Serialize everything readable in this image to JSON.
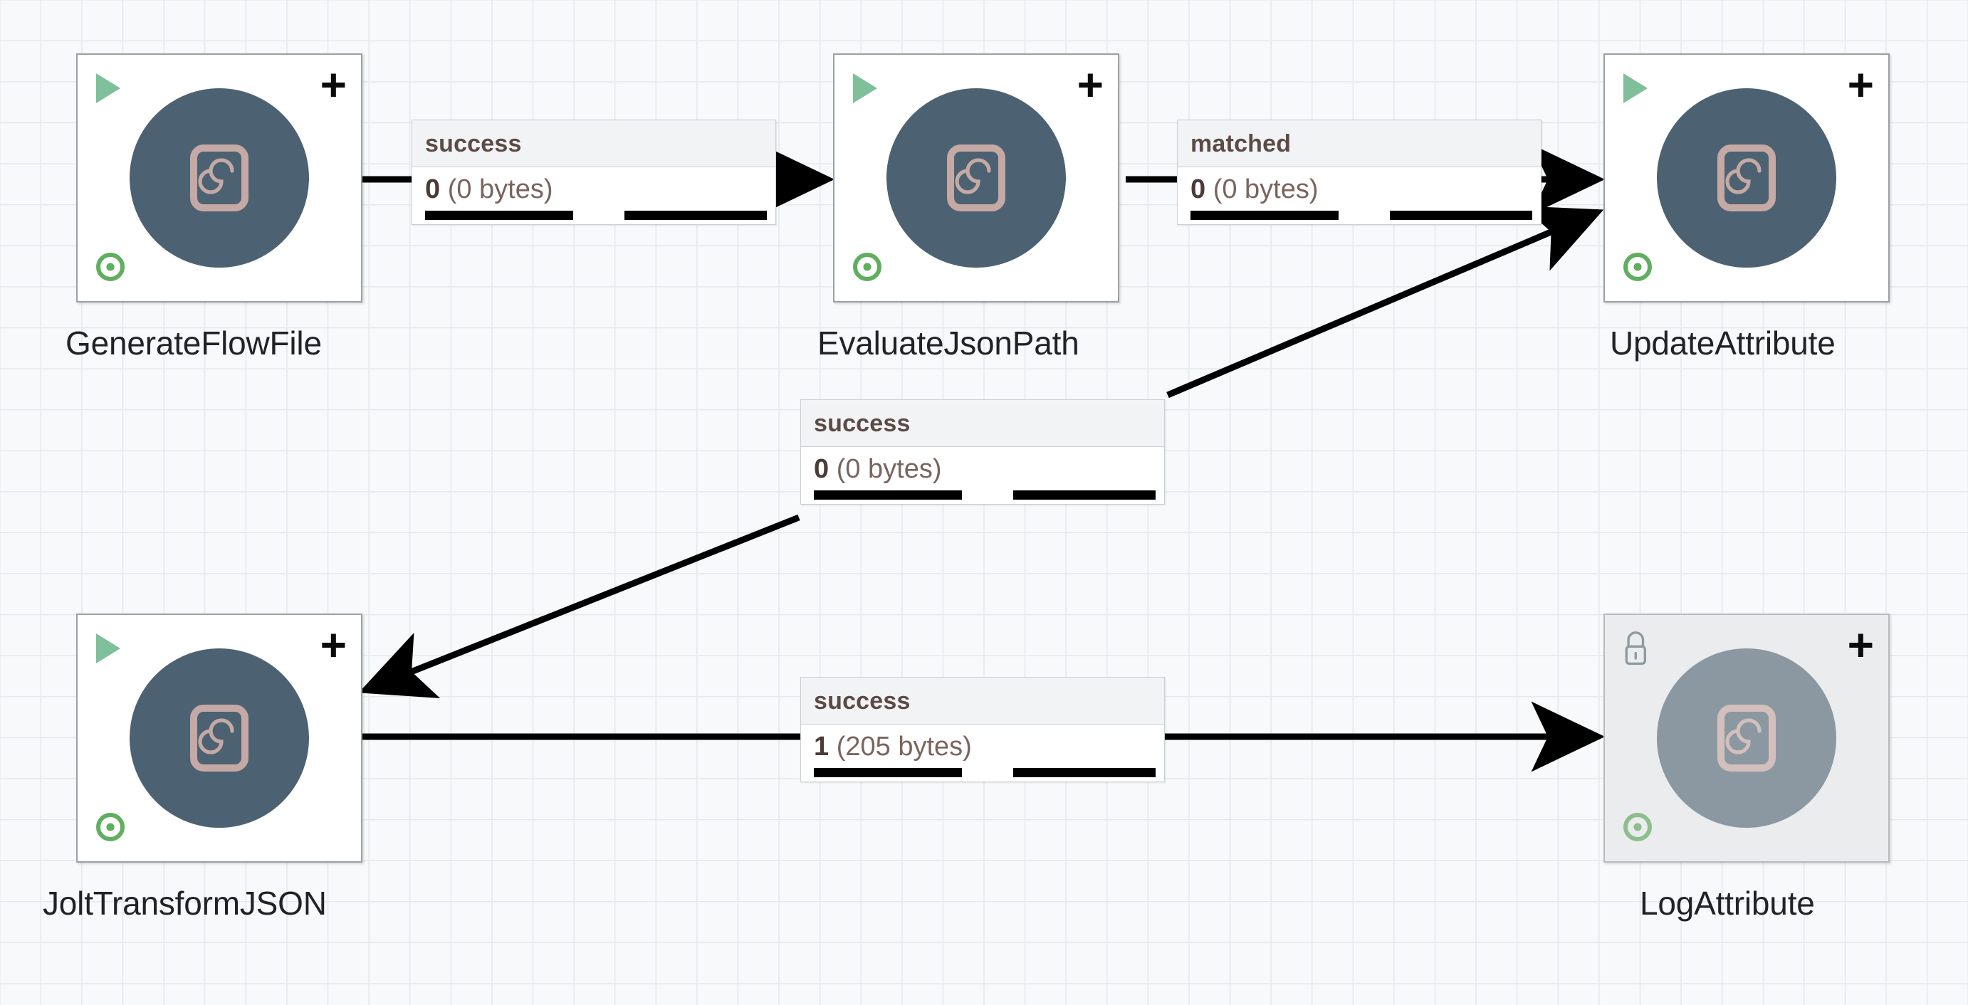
{
  "canvas": {
    "background_color": "#f7f9fa",
    "grid_color": "#e3e9ec",
    "accent_run_color": "#7fbf99",
    "avatar_color": "#4c6272",
    "avatar_dimmed_color": "#8b98a1",
    "label_text_color": "#5c4a46"
  },
  "processors": [
    {
      "id": "generate-flow-file",
      "name": "GenerateFlowFile",
      "state_icon": "run-icon",
      "add_icon": "plus-icon",
      "status_icon": "bullseye-icon",
      "body_icon": "nifi-processor-icon",
      "dimmed": false
    },
    {
      "id": "evaluate-json-path",
      "name": "EvaluateJsonPath",
      "state_icon": "run-icon",
      "add_icon": "plus-icon",
      "status_icon": "bullseye-icon",
      "body_icon": "nifi-processor-icon",
      "dimmed": false
    },
    {
      "id": "update-attribute",
      "name": "UpdateAttribute",
      "state_icon": "run-icon",
      "add_icon": "plus-icon",
      "status_icon": "bullseye-icon",
      "body_icon": "nifi-processor-icon",
      "dimmed": false
    },
    {
      "id": "jolt-transform-json",
      "name": "JoltTransformJSON",
      "state_icon": "run-icon",
      "add_icon": "plus-icon",
      "status_icon": "bullseye-icon",
      "body_icon": "nifi-processor-icon",
      "dimmed": false
    },
    {
      "id": "log-attribute",
      "name": "LogAttribute",
      "state_icon": "lock-icon",
      "add_icon": "plus-icon",
      "status_icon": "bullseye-icon",
      "body_icon": "nifi-processor-icon",
      "dimmed": true
    }
  ],
  "connections": [
    {
      "id": "gen-to-eval",
      "relationship": "success",
      "count": "0",
      "size": "(0 bytes)",
      "source": "GenerateFlowFile",
      "target": "EvaluateJsonPath"
    },
    {
      "id": "eval-to-update",
      "relationship": "matched",
      "count": "0",
      "size": "(0 bytes)",
      "source": "EvaluateJsonPath",
      "target": "UpdateAttribute"
    },
    {
      "id": "jolt-to-update",
      "relationship": "success",
      "count": "0",
      "size": "(0 bytes)",
      "source": "JoltTransformJSON",
      "target": "UpdateAttribute"
    },
    {
      "id": "jolt-to-log",
      "relationship": "success",
      "count": "1",
      "size": "(205 bytes)",
      "source": "JoltTransformJSON",
      "target": "LogAttribute"
    }
  ]
}
